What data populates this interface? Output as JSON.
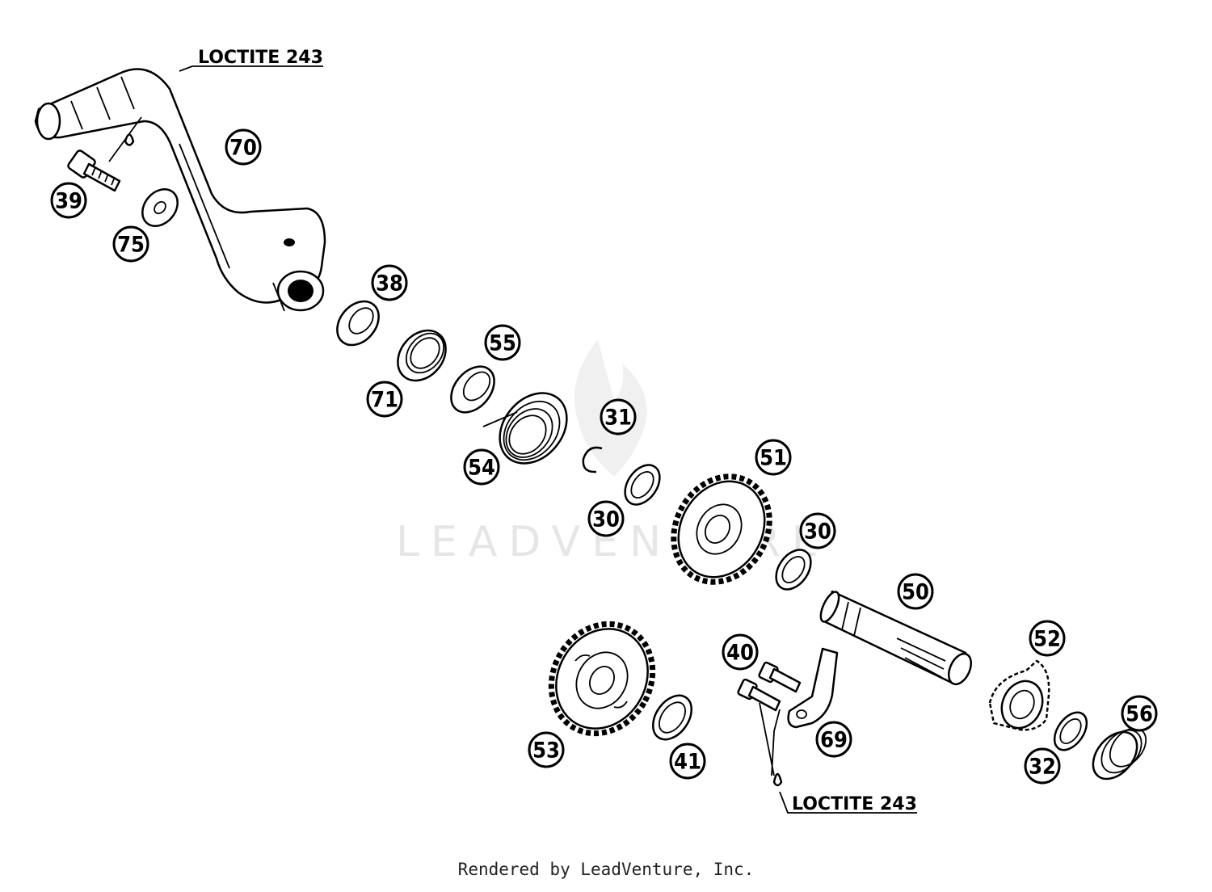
{
  "watermark": "LEADVENTURE",
  "notes": {
    "top": "LOCTITE 243",
    "bottom": "LOCTITE 243"
  },
  "callouts": {
    "p70": "70",
    "p39": "39",
    "p75": "75",
    "p38": "38",
    "p71": "71",
    "p55": "55",
    "p31": "31",
    "p54": "54",
    "p30a": "30",
    "p51": "51",
    "p30b": "30",
    "p50": "50",
    "p40": "40",
    "p52": "52",
    "p53": "53",
    "p56": "56",
    "p69": "69",
    "p41": "41",
    "p32": "32"
  },
  "footer": "Rendered by LeadVenture, Inc."
}
